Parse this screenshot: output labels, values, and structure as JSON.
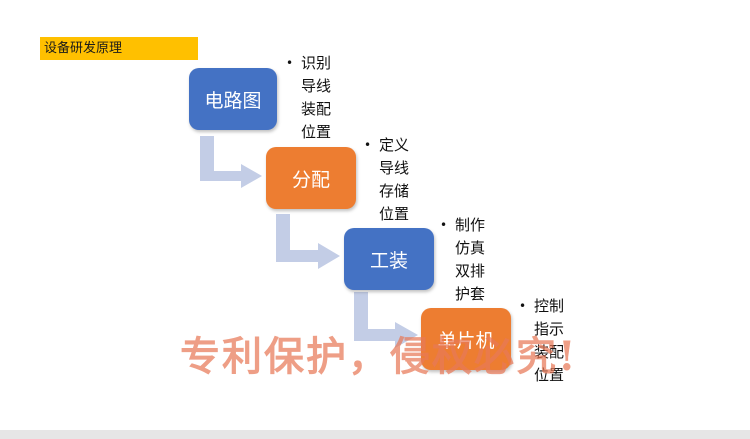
{
  "title": "设备研发原理",
  "steps": [
    {
      "label": "电路图",
      "color": "#4472c4",
      "notes": [
        "识别",
        "导线",
        "装配",
        "位置"
      ]
    },
    {
      "label": "分配",
      "color": "#ed7d31",
      "notes": [
        "定义",
        "导线",
        "存储",
        "位置"
      ]
    },
    {
      "label": "工装",
      "color": "#4472c4",
      "notes": [
        "制作",
        "仿真",
        "双排",
        "护套"
      ]
    },
    {
      "label": "单片机",
      "color": "#ed7d31",
      "notes": [
        "控制",
        "指示",
        "装配",
        "位置"
      ]
    }
  ],
  "bullet_symbol": "•",
  "watermark": "专利保护，侵权必究!"
}
